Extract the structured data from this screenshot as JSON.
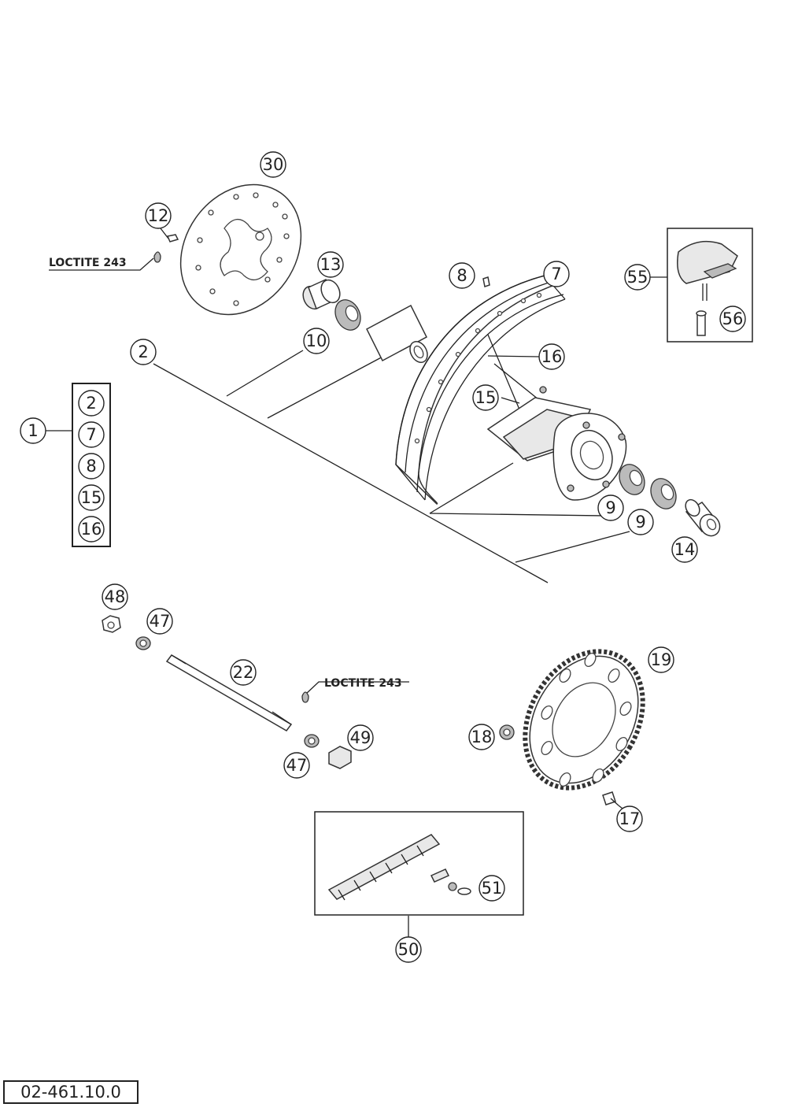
{
  "callouts": {
    "c1": "1",
    "c2": "2",
    "c7": "7",
    "c8": "8",
    "c9a": "9",
    "c9b": "9",
    "c10": "10",
    "c12": "12",
    "c13": "13",
    "c14": "14",
    "c15": "15",
    "c16": "16",
    "c17": "17",
    "c18": "18",
    "c19": "19",
    "c22": "22",
    "c30": "30",
    "c47a": "47",
    "c47b": "47",
    "c48": "48",
    "c49": "49",
    "c50": "50",
    "c51": "51",
    "c55": "55",
    "c56": "56"
  },
  "assembly_set": [
    "2",
    "7",
    "8",
    "15",
    "16"
  ],
  "notes": {
    "loctite_disc": "LOCTITE 243",
    "loctite_axle": "LOCTITE 243"
  },
  "drawing_number": "02-461.10.0"
}
